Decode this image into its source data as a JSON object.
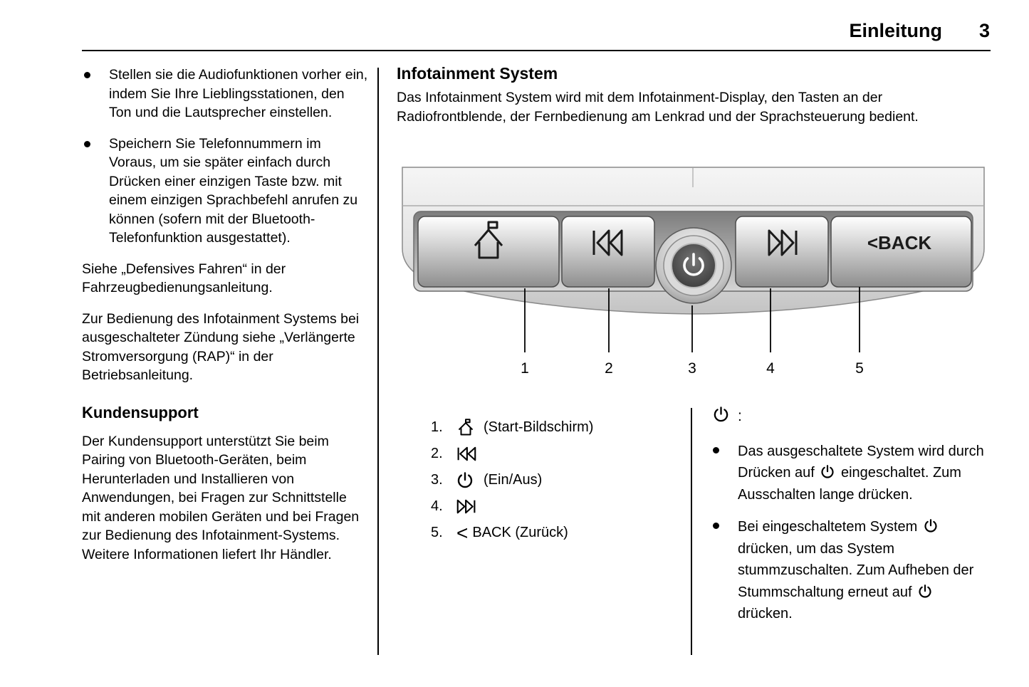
{
  "header": {
    "title": "Einleitung",
    "page_number": "3"
  },
  "left_column": {
    "bullets": [
      "Stellen sie die Audiofunktionen vorher ein, indem Sie Ihre Lieblingsstationen, den Ton und die Lautsprecher einstellen.",
      "Speichern Sie Telefonnummern im Voraus, um sie später einfach durch Drücken einer einzigen Taste bzw. mit einem einzigen Sprachbefehl anrufen zu können (sofern mit der Bluetooth-Telefonfunktion ausgestattet)."
    ],
    "paragraphs": [
      "Siehe „Defensives Fahren“ in der Fahrzeugbedienungsanleitung.",
      "Zur Bedienung des Infotainment Systems bei ausgeschalteter Zündung siehe „Verlängerte Stromversorgung (RAP)“ in der Betriebsanleitung."
    ],
    "subheading": "Kundensupport",
    "support_text": "Der Kundensupport unterstützt Sie beim Pairing von Bluetooth-Geräten, beim Herunterladen und Installieren von Anwendungen, bei Fragen zur Schnittstelle mit anderen mobilen Geräten und bei Fragen zur Bedienung des Infotainment-Systems. Weitere Informationen liefert Ihr Händler."
  },
  "infotainment": {
    "heading": "Infotainment System",
    "intro": "Das Infotainment System wird mit dem Infotainment-Display, den Tasten an der Radiofrontblende, der Fernbedienung am Lenkrad und der Sprachsteuerung bedient.",
    "figure": {
      "back_button_label": "<BACK",
      "callouts": [
        "1",
        "2",
        "3",
        "4",
        "5"
      ]
    },
    "legend": [
      {
        "num": "1.",
        "icon": "home-icon",
        "label": "(Start-Bildschirm)"
      },
      {
        "num": "2.",
        "icon": "skip-back-icon",
        "label": ""
      },
      {
        "num": "3.",
        "icon": "power-icon",
        "label": "(Ein/Aus)"
      },
      {
        "num": "4.",
        "icon": "skip-forward-icon",
        "label": ""
      },
      {
        "num": "5.",
        "icon": "back-chevron-icon",
        "chevron": "<",
        "label": "BACK (Zurück)"
      }
    ],
    "power_notes": {
      "header_suffix": ":",
      "bullets": [
        {
          "pre": "Das ausgeschaltete System wird durch Drücken auf",
          "post": "eingeschaltet. Zum Ausschalten lange drücken."
        },
        {
          "p1": "Bei eingeschaltetem System",
          "p2": "drücken, um das System stummzuschalten. Zum Aufheben der Stummschaltung erneut auf",
          "p3": "drücken."
        }
      ]
    }
  }
}
